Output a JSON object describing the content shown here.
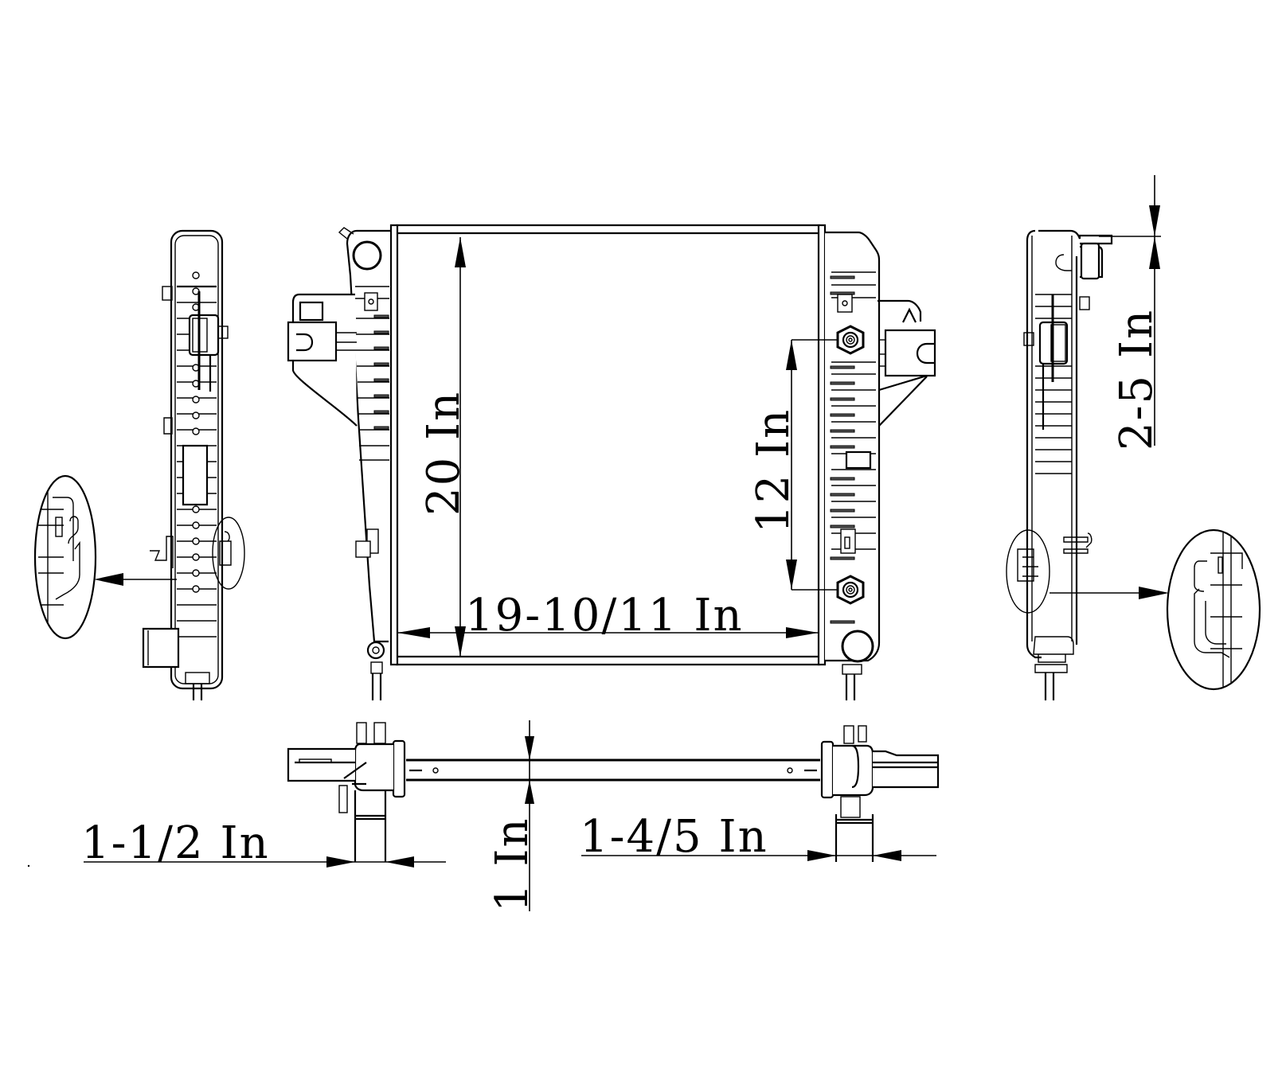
{
  "drawing": {
    "subject": "radiator",
    "views": [
      "left-side-view",
      "front-view",
      "right-side-view",
      "top-view"
    ],
    "detail_callouts": [
      "left-detail-clip",
      "right-detail-clip"
    ]
  },
  "dimensions": {
    "core_height": "20 In",
    "core_width": "19-10/11 In",
    "fitting_spacing": "12 In",
    "core_thickness": "1 In",
    "inlet_diameter": "1-1/2 In",
    "outlet_diameter": "1-4/5 In",
    "filler_offset": "2-5 In"
  },
  "colors": {
    "line": "#000000",
    "background": "#ffffff"
  }
}
